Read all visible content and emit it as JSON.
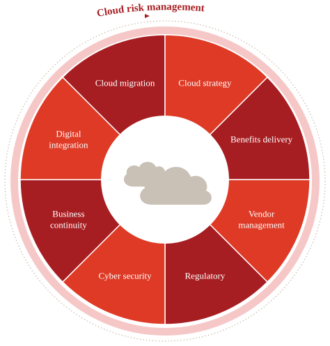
{
  "diagram": {
    "title": "Cloud risk management",
    "center_icon": "cloud-icon",
    "segments": [
      {
        "lines": [
          "Cloud migration"
        ],
        "fill": "#a71e22"
      },
      {
        "lines": [
          "Cloud strategy"
        ],
        "fill": "#de3a26"
      },
      {
        "lines": [
          "Benefits delivery"
        ],
        "fill": "#a71e22"
      },
      {
        "lines": [
          "Vendor",
          "management"
        ],
        "fill": "#de3a26"
      },
      {
        "lines": [
          "Regulatory"
        ],
        "fill": "#a71e22"
      },
      {
        "lines": [
          "Cyber security"
        ],
        "fill": "#de3a26"
      },
      {
        "lines": [
          "Business",
          "continuity"
        ],
        "fill": "#a71e22"
      },
      {
        "lines": [
          "Digital",
          "integration"
        ],
        "fill": "#de3a26"
      }
    ]
  },
  "colors": {
    "title": "#a71e22",
    "outer_ring": "#f6c7c7",
    "dotted_ring": "#c9b8a6",
    "divider": "#ffffff",
    "center": "#ffffff",
    "cloud": "#c9c0b6",
    "label": "#ffffff"
  }
}
